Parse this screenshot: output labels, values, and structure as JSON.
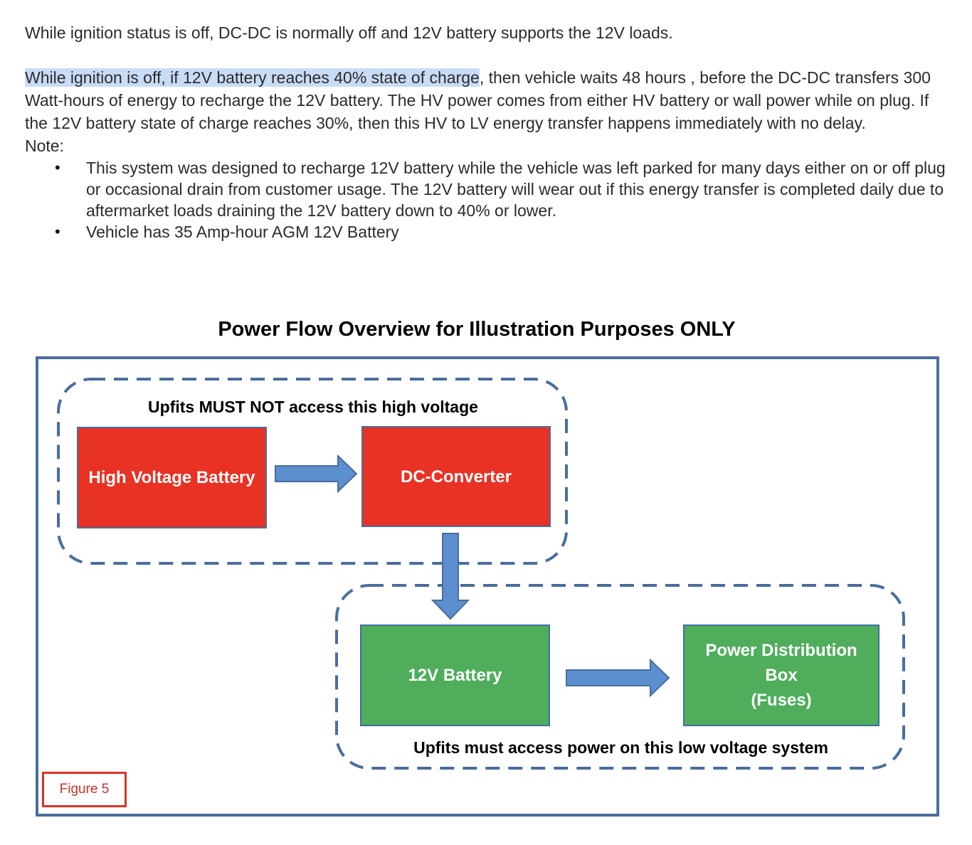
{
  "document": {
    "para1": "While ignition status is off, DC-DC is normally off and 12V battery supports the 12V loads.",
    "para2_highlight": "While ignition is off, if 12V battery reaches 40% state of charge",
    "para2_rest": ", then vehicle waits 48 hours , before the DC-DC transfers 300 Watt-hours of energy to recharge the 12V battery.  The HV power comes from either HV battery or wall power while on plug.  If the 12V battery state of charge reaches 30%, then this HV to LV energy transfer happens immediately with no delay.",
    "note_label": "Note:",
    "bullets": [
      "This system was designed to recharge 12V battery while the vehicle was left parked for many days either on or off plug or occasional drain from customer usage.   The 12V battery will wear out if this energy transfer is completed daily due to aftermarket loads draining the 12V battery down to 40% or lower.",
      "Vehicle has 35 Amp-hour AGM 12V Battery"
    ],
    "highlight_color": "#c9dcf5"
  },
  "figure": {
    "title": "Power Flow Overview for Illustration Purposes ONLY",
    "hv_zone_label": "Upfits MUST NOT access this high voltage",
    "lv_zone_label": "Upfits must access power on this low voltage system",
    "boxes": {
      "hv_battery": "High Voltage Battery",
      "dc_converter": "DC-Converter",
      "lv_battery": "12V Battery",
      "pdb_line1": "Power Distribution",
      "pdb_line2": "Box",
      "pdb_line3": "(Fuses)"
    },
    "badge": "Figure 5",
    "colors": {
      "hv_box": "#e83224",
      "lv_box": "#4fad5b",
      "arrow": "#5b8fd0",
      "frame": "#4a6d9c",
      "dashed": "#4a6d9c",
      "badge": "#d8342a"
    }
  }
}
